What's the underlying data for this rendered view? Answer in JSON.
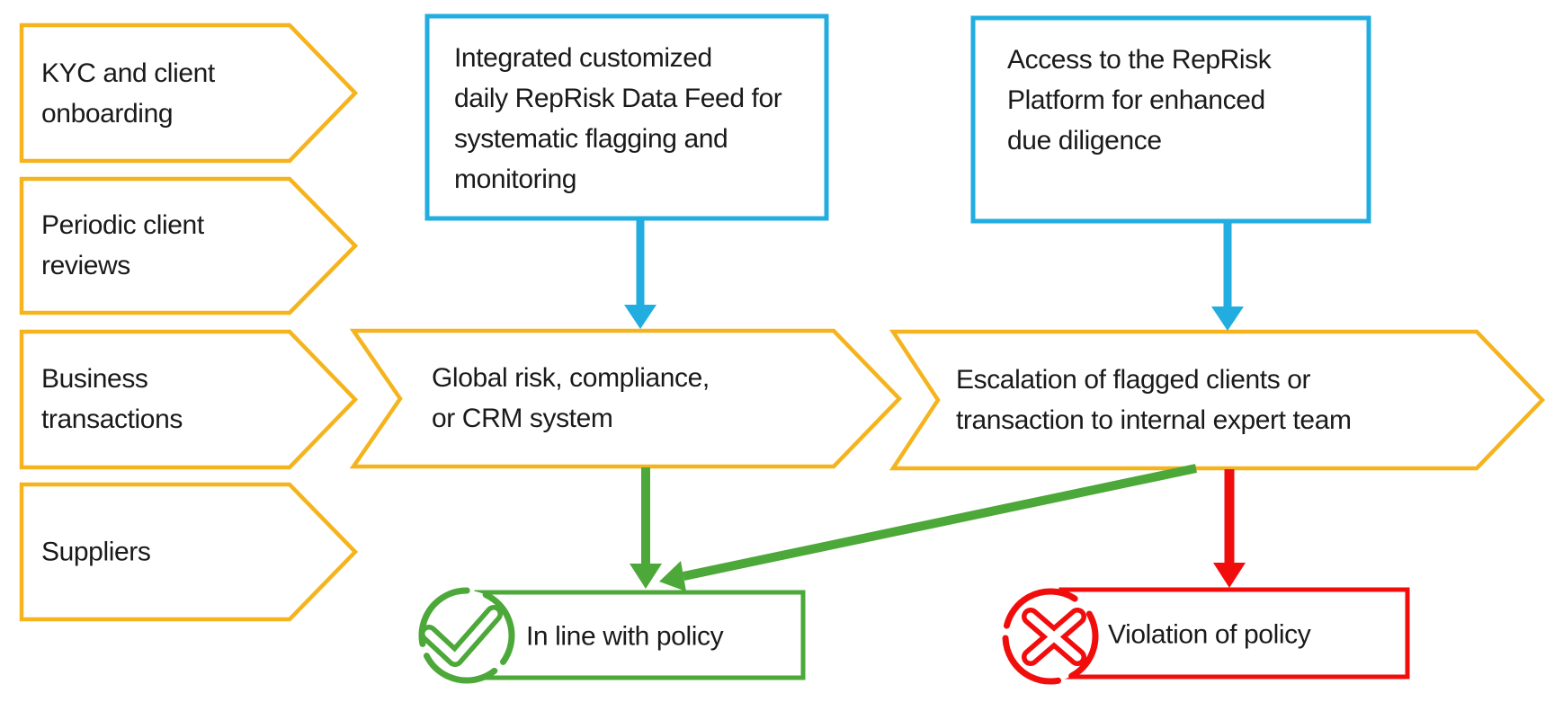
{
  "palette": {
    "yellow": "#F5B41D",
    "blue": "#22ADE0",
    "green": "#4CA838",
    "red": "#F20D0D",
    "text": "#1A1A1A",
    "background": "#FFFFFF"
  },
  "sources": {
    "items": [
      {
        "label": "KYC and client\nonboarding"
      },
      {
        "label": "Periodic client\nreviews"
      },
      {
        "label": "Business\ntransactions"
      },
      {
        "label": "Suppliers"
      }
    ]
  },
  "reprisk_offerings": [
    {
      "label": "Integrated customized\ndaily RepRisk Data Feed for\nsystematic flagging and\nmonitoring"
    },
    {
      "label": "Access to the RepRisk\nPlatform for enhanced\ndue diligence"
    }
  ],
  "process_steps": [
    {
      "label": "Global risk, compliance,\nor CRM system"
    },
    {
      "label": "Escalation of flagged clients or\ntransaction to internal expert team"
    }
  ],
  "outcomes": [
    {
      "label": "In line with policy",
      "status": "positive",
      "icon": "check-circle-icon"
    },
    {
      "label": "Violation of policy",
      "status": "negative",
      "icon": "x-circle-icon"
    }
  ]
}
